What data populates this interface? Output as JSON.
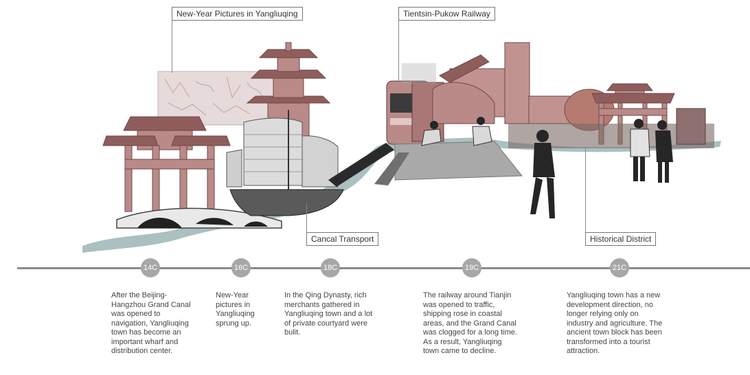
{
  "callouts": {
    "new_year_pictures": "New-Year Pictures in Yangliuqing",
    "railway": "Tientsin-Pukow Railway",
    "canal": "Cancal Transport",
    "historical": "Historical District"
  },
  "timeline": [
    {
      "label": "14C",
      "text": "After the Beijing-Hangzhou Grand Canal was opened to navigation, Yangliuqing town has become an important wharf and distribution center."
    },
    {
      "label": "16C",
      "text": "New-Year pictures in Yangliuqing sprung up."
    },
    {
      "label": "18C",
      "text": "In the Qing Dynasty, rich merchants gathered in Yangliuqing town and a lot of private courtyard were bulit."
    },
    {
      "label": "19C",
      "text": "The railway around Tianjin was opened to traffic, shipping rose in coastal areas, and the Grand Canal was clogged for a long time. As a result, Yangliuqing town came to decline."
    },
    {
      "label": "21C",
      "text": "Yangliuqing town has a new development direction, no longer relying only on industry and agriculture. The ancient town block has been transformed into a tourist attraction."
    }
  ],
  "colors": {
    "rose": "#b98a88",
    "rose_dark": "#8e5d5c",
    "teal": "#9bb5b6",
    "timeline": "#8a8a8a",
    "node": "#a7a7a7"
  }
}
